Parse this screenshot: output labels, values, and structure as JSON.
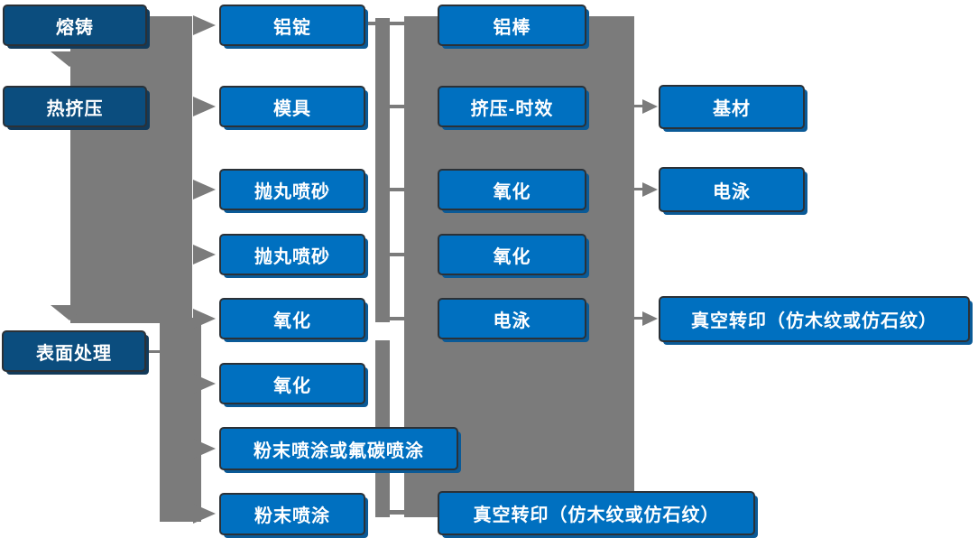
{
  "diagram": {
    "type": "process-flowchart",
    "language": "zh-CN",
    "colors": {
      "node_blue": "#0070c0",
      "node_dark_blue": "#0b4d7e",
      "node_border": "#2b3137",
      "node_shadow_blue": "#0a5a97",
      "connector_gray": "#7b7b7b",
      "text": "#ffffff",
      "background": "#ffffff"
    },
    "nodes": {
      "col1": [
        {
          "label": "熔铸"
        },
        {
          "label": "热挤压"
        },
        {
          "label": "表面处理"
        }
      ],
      "col2": [
        {
          "label": "铝锭"
        },
        {
          "label": "模具"
        },
        {
          "label": "抛丸喷砂"
        },
        {
          "label": "抛丸喷砂"
        },
        {
          "label": "氧化"
        },
        {
          "label": "氧化"
        },
        {
          "label": "粉末喷涂或氟碳喷涂"
        },
        {
          "label": "粉末喷涂"
        }
      ],
      "col3": [
        {
          "label": "铝棒"
        },
        {
          "label": "挤压-时效"
        },
        {
          "label": "氧化"
        },
        {
          "label": "氧化"
        },
        {
          "label": "电泳"
        },
        {
          "label": "真空转印（仿木纹或仿石纹）"
        }
      ],
      "col4": [
        {
          "label": "基材"
        },
        {
          "label": "电泳"
        },
        {
          "label": "真空转印（仿木纹或仿石纹）"
        }
      ]
    }
  }
}
